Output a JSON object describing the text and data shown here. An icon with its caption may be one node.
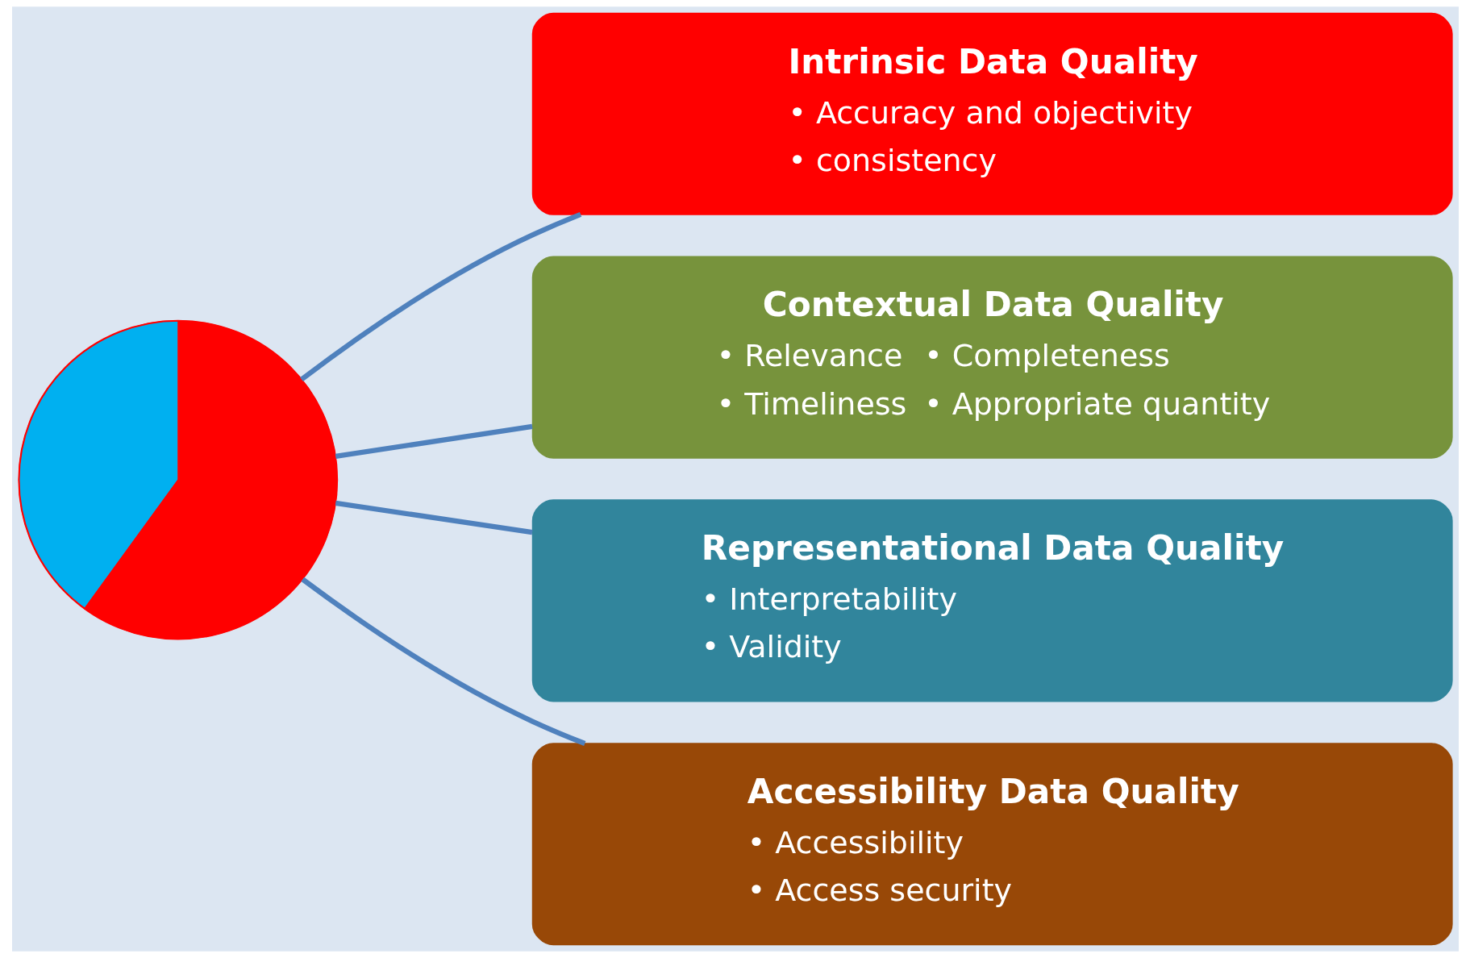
{
  "diagram": {
    "nodes": [
      {
        "text": [],
        "shape": "circle"
      },
      {
        "text": [
          "Intrinsic Data Quality",
          "• Accuracy and objectivity",
          "• consistency"
        ]
      },
      {
        "text": [
          "Contextual Data Quality",
          "• Relevance",
          "• Timeliness",
          "• Completeness",
          "• Appropriate quantity"
        ]
      },
      {
        "text": [
          "Representational Data Quality",
          "• Interpretability",
          "• Validity"
        ]
      },
      {
        "text": [
          "Accessibility Data Quality",
          "• Accessibility",
          "• Access security"
        ]
      }
    ],
    "edges": [
      {
        "from": 0,
        "to": 1,
        "arrow": "none"
      },
      {
        "from": 0,
        "to": 2,
        "arrow": "none"
      },
      {
        "from": 0,
        "to": 3,
        "arrow": "none"
      },
      {
        "from": 0,
        "to": 4,
        "arrow": "none"
      }
    ]
  }
}
